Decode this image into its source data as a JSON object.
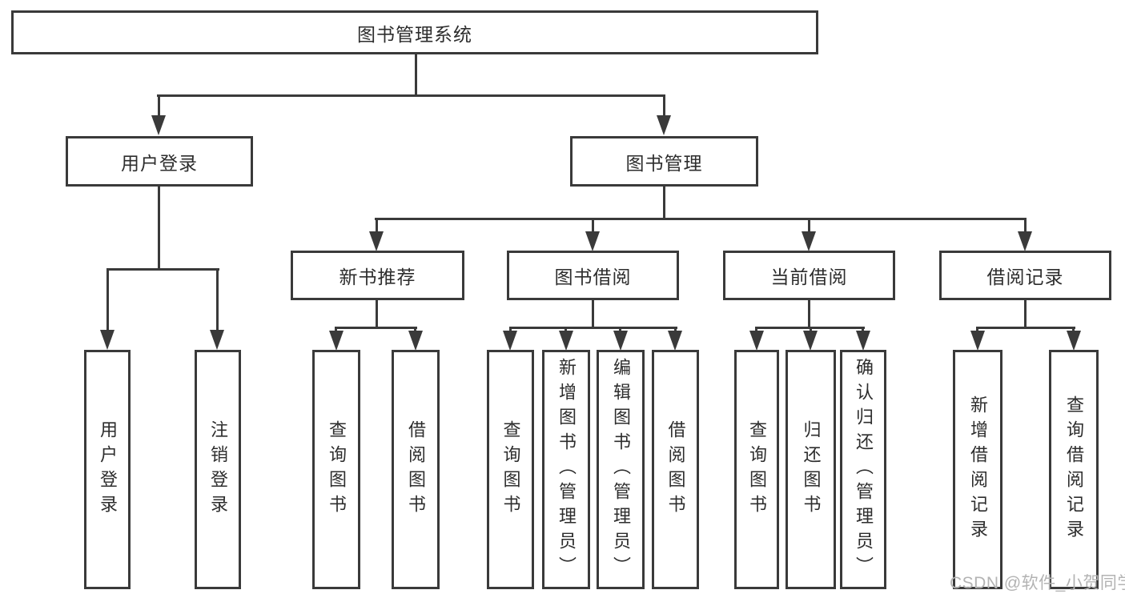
{
  "diagram": {
    "root": "图书管理系统",
    "branches": {
      "user": {
        "label": "用户登录",
        "leaves": [
          "用户登录",
          "注销登录"
        ]
      },
      "book": {
        "label": "图书管理",
        "sections": [
          {
            "label": "新书推荐",
            "leaves": [
              "查询图书",
              "借阅图书"
            ]
          },
          {
            "label": "图书借阅",
            "leaves": [
              "查询图书",
              "新增图书（管理员）",
              "编辑图书（管理员）",
              "借阅图书"
            ]
          },
          {
            "label": "当前借阅",
            "leaves": [
              "查询图书",
              "归还图书",
              "确认归还（管理员）"
            ]
          },
          {
            "label": "借阅记录",
            "leaves": [
              "新增借阅记录",
              "查询借阅记录"
            ]
          }
        ]
      }
    },
    "watermark": "CSDN @软件_小贺同学",
    "colors": {
      "line": "#3a3a3a",
      "text": "#2d2d2d",
      "watermark": "#b3b3b3",
      "background": "#ffffff"
    }
  }
}
